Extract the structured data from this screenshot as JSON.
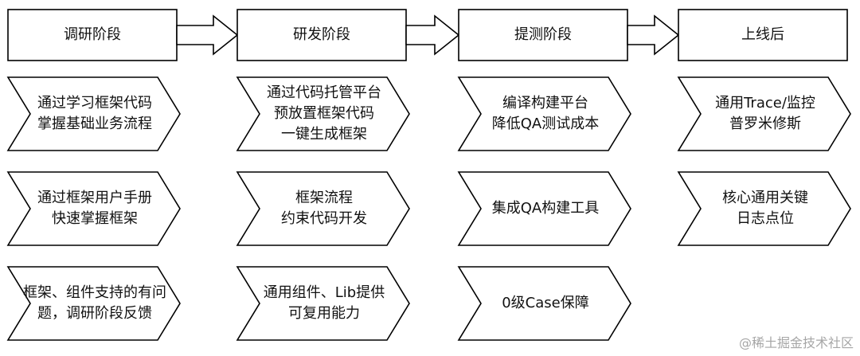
{
  "stages": [
    {
      "header": "调研阶段",
      "items": [
        "通过学习框架代码\n掌握基础业务流程",
        "通过框架用户手册\n快速掌握框架",
        "框架、组件支持的有问\n题，调研阶段反馈"
      ]
    },
    {
      "header": "研发阶段",
      "items": [
        "通过代码托管平台\n预放置框架代码\n一键生成框架",
        "框架流程\n约束代码开发",
        "通用组件、Lib提供\n可复用能力"
      ]
    },
    {
      "header": "提测阶段",
      "items": [
        "编译构建平台\n降低QA测试成本",
        "集成QA构建工具",
        "0级Case保障"
      ]
    },
    {
      "header": "上线后",
      "items": [
        "通用Trace/监控\n普罗米修斯",
        "核心通用关键\n日志点位"
      ]
    }
  ],
  "watermark": "@稀土掘金技术社区",
  "colors": {
    "stroke": "#000000",
    "fill": "#ffffff",
    "text": "#111111",
    "watermark": "#a6a6a6"
  }
}
